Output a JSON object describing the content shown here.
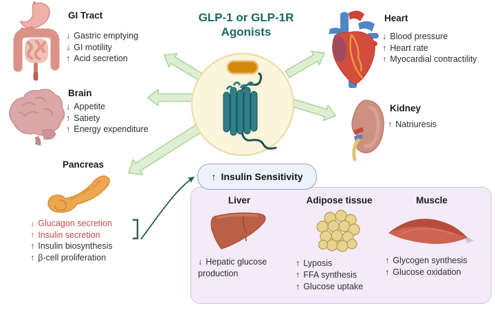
{
  "title": {
    "line1": "GLP-1 or GLP-1R",
    "line2": "Agonists"
  },
  "organs": {
    "gi_tract": {
      "name": "GI Tract",
      "items": [
        {
          "dir": "↓",
          "text": "Gastric emptying"
        },
        {
          "dir": "↓",
          "text": "GI motility"
        },
        {
          "dir": "↑",
          "text": "Acid secretion"
        }
      ]
    },
    "brain": {
      "name": "Brain",
      "items": [
        {
          "dir": "↓",
          "text": "Appetite"
        },
        {
          "dir": "↑",
          "text": "Satiety"
        },
        {
          "dir": "↑",
          "text": "Energy expenditure"
        }
      ]
    },
    "pancreas": {
      "name": "Pancreas",
      "items": [
        {
          "dir": "↓",
          "text": "Glucagon secretion",
          "highlight": true
        },
        {
          "dir": "↑",
          "text": "Insulin secretion",
          "highlight": true
        },
        {
          "dir": "↑",
          "text": "Insulin biosynthesis",
          "highlight": false
        },
        {
          "dir": "↑",
          "text": "β-cell proliferation",
          "highlight": false
        }
      ]
    },
    "heart": {
      "name": "Heart",
      "items": [
        {
          "dir": "↓",
          "text": "Blood pressure"
        },
        {
          "dir": "↑",
          "text": "Heart rate"
        },
        {
          "dir": "↑",
          "text": "Myocardial contractility"
        }
      ]
    },
    "kidney": {
      "name": "Kidney",
      "items": [
        {
          "dir": "↑",
          "text": "Natriuresis"
        }
      ]
    }
  },
  "insulin_box": {
    "header": {
      "dir": "↑",
      "text": "Insulin Sensitivity"
    },
    "columns": {
      "liver": {
        "name": "Liver",
        "items": [
          {
            "dir": "↓",
            "text": "Hepatic glucose production"
          }
        ]
      },
      "adipose": {
        "name": "Adipose tissue",
        "items": [
          {
            "dir": "↑",
            "text": "Lyposis"
          },
          {
            "dir": "↑",
            "text": "FFA synthesis"
          },
          {
            "dir": "↑",
            "text": "Glucose uptake"
          }
        ]
      },
      "muscle": {
        "name": "Muscle",
        "items": [
          {
            "dir": "↑",
            "text": "Glycogen synthesis"
          },
          {
            "dir": "↑",
            "text": "Glucose oxidation"
          }
        ]
      }
    }
  },
  "icons": [
    "gi-tract-icon",
    "brain-icon",
    "pancreas-icon",
    "heart-icon",
    "kidney-icon",
    "glp1-capsule-icon",
    "glp1-receptor-icon",
    "radiating-arrow-icon",
    "bracket-icon",
    "curved-arrow-icon",
    "liver-icon",
    "adipose-tissue-icon",
    "muscle-icon"
  ],
  "colors": {
    "title_teal": "#15695f",
    "highlight_red": "#c34a4a",
    "arrow_fill": "#ddeed2",
    "arrow_border": "#abd199",
    "cell_circle_fill": "#fbf5dc",
    "cell_circle_border": "#eadfae",
    "capsule_orange": "#d2880b",
    "receptor_teal": "#2e7e87",
    "insulin_pill_bg": "#edf1fb",
    "insulin_pill_border": "#98a0af",
    "panel_bg": "#f3ebf9",
    "panel_border": "#cfc0e4",
    "curved_arrow": "#1e5c52"
  }
}
